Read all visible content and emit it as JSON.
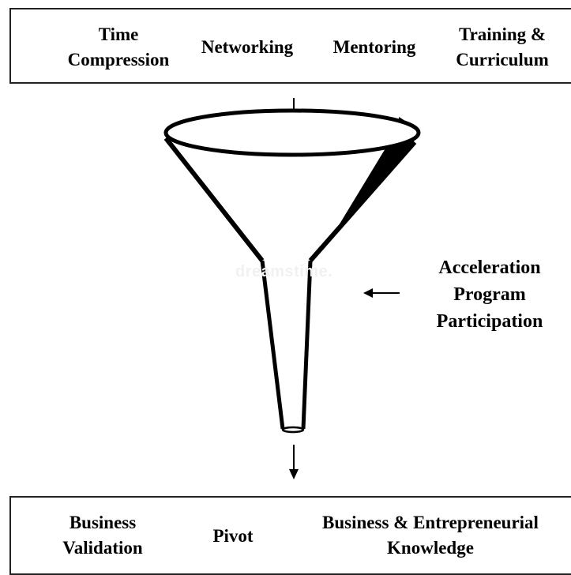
{
  "inputs": {
    "time_compression": [
      "Time",
      "Compression"
    ],
    "networking": "Networking",
    "mentoring": "Mentoring",
    "training": [
      "Training &",
      "Curriculum"
    ]
  },
  "process": {
    "label": [
      "Acceleration",
      "Program",
      "Participation"
    ]
  },
  "outputs": {
    "business_validation": [
      "Business",
      "Validation"
    ],
    "pivot": "Pivot",
    "knowledge": [
      "Business & Entrepreneurial",
      "Knowledge"
    ]
  },
  "watermark": "dreamstime."
}
